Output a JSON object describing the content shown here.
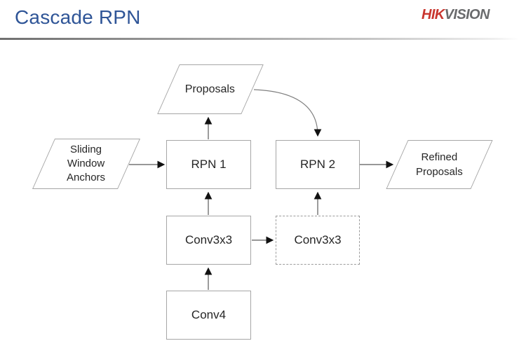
{
  "slide": {
    "title": "Cascade RPN",
    "logo": {
      "part1": "HIK",
      "part2": "VISION"
    },
    "colors": {
      "title_blue": "#2f5597",
      "logo_red": "#c9362f",
      "logo_gray": "#6a6b6d",
      "node_border": "#a6a6a6",
      "edge_line": "#595959",
      "arrowhead": "#111111",
      "text": "#262626"
    }
  },
  "diagram": {
    "nodes": {
      "proposals": {
        "label": "Proposals",
        "shape": "parallelogram"
      },
      "anchors": {
        "line1": "Sliding",
        "line2": "Window",
        "line3": "Anchors",
        "shape": "parallelogram"
      },
      "rpn1": {
        "label": "RPN 1",
        "shape": "rectangle"
      },
      "rpn2": {
        "label": "RPN 2",
        "shape": "rectangle"
      },
      "refined": {
        "line1": "Refined",
        "line2": "Proposals",
        "shape": "parallelogram"
      },
      "conv3a": {
        "label": "Conv3x3",
        "shape": "rectangle"
      },
      "conv3b": {
        "label": "Conv3x3",
        "shape": "rectangle-dashed"
      },
      "conv4": {
        "label": "Conv4",
        "shape": "rectangle"
      }
    },
    "edges": [
      {
        "from": "sliding-window-anchors",
        "to": "rpn-1"
      },
      {
        "from": "rpn-1",
        "to": "proposals"
      },
      {
        "from": "proposals",
        "to": "rpn-2",
        "style": "curved"
      },
      {
        "from": "rpn-2",
        "to": "refined-proposals"
      },
      {
        "from": "conv4",
        "to": "conv3x3-solid"
      },
      {
        "from": "conv3x3-solid",
        "to": "rpn-1"
      },
      {
        "from": "conv3x3-solid",
        "to": "conv3x3-dashed"
      },
      {
        "from": "conv3x3-dashed",
        "to": "rpn-2"
      }
    ]
  }
}
